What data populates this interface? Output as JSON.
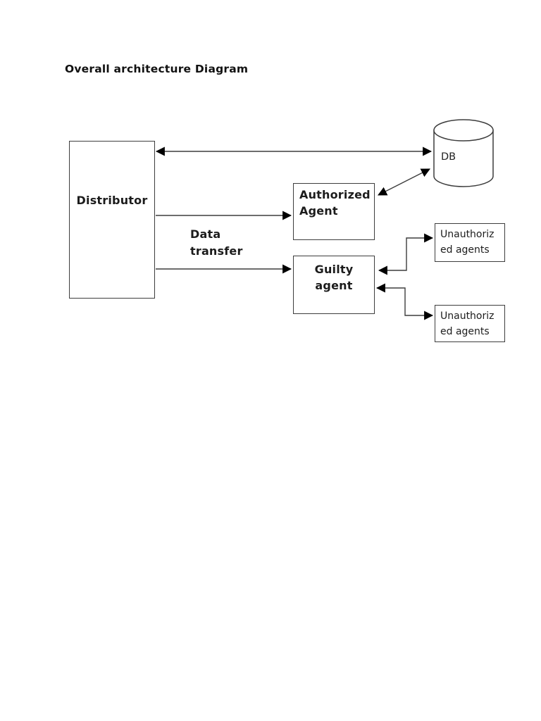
{
  "page": {
    "title": "Overall architecture Diagram",
    "background_color": "#ffffff"
  },
  "diagram": {
    "nodes": {
      "distributor": {
        "label": "Distributor",
        "shape": "rectangle"
      },
      "authorized_agent": {
        "label": "Authorized\nAgent",
        "shape": "rectangle"
      },
      "guilty_agent": {
        "label": "Guilty\nagent",
        "shape": "rectangle"
      },
      "db": {
        "label": "DB",
        "shape": "cylinder"
      },
      "unauthorized_agents_1": {
        "label": "Unauthoriz\ned agents",
        "shape": "rectangle"
      },
      "unauthorized_agents_2": {
        "label": "Unauthoriz\ned agents",
        "shape": "rectangle"
      }
    },
    "edge_label": "Data\ntransfer",
    "edges": [
      {
        "from": "distributor",
        "to": "db",
        "direction": "both",
        "style": "straight"
      },
      {
        "from": "distributor",
        "to": "authorized_agent",
        "direction": "to",
        "style": "straight",
        "label": "Data transfer"
      },
      {
        "from": "distributor",
        "to": "guilty_agent",
        "direction": "to",
        "style": "straight",
        "label": "Data transfer"
      },
      {
        "from": "authorized_agent",
        "to": "db",
        "direction": "both",
        "style": "diagonal"
      },
      {
        "from": "guilty_agent",
        "to": "unauthorized_agents_1",
        "direction": "both",
        "style": "elbow"
      },
      {
        "from": "guilty_agent",
        "to": "unauthorized_agents_2",
        "direction": "both",
        "style": "elbow"
      }
    ],
    "colors": {
      "line": "#3d3d3d",
      "arrowhead": "#000000",
      "box_border": "#3d3d3d",
      "box_fill": "#ffffff",
      "text": "#1c1c1c"
    }
  }
}
